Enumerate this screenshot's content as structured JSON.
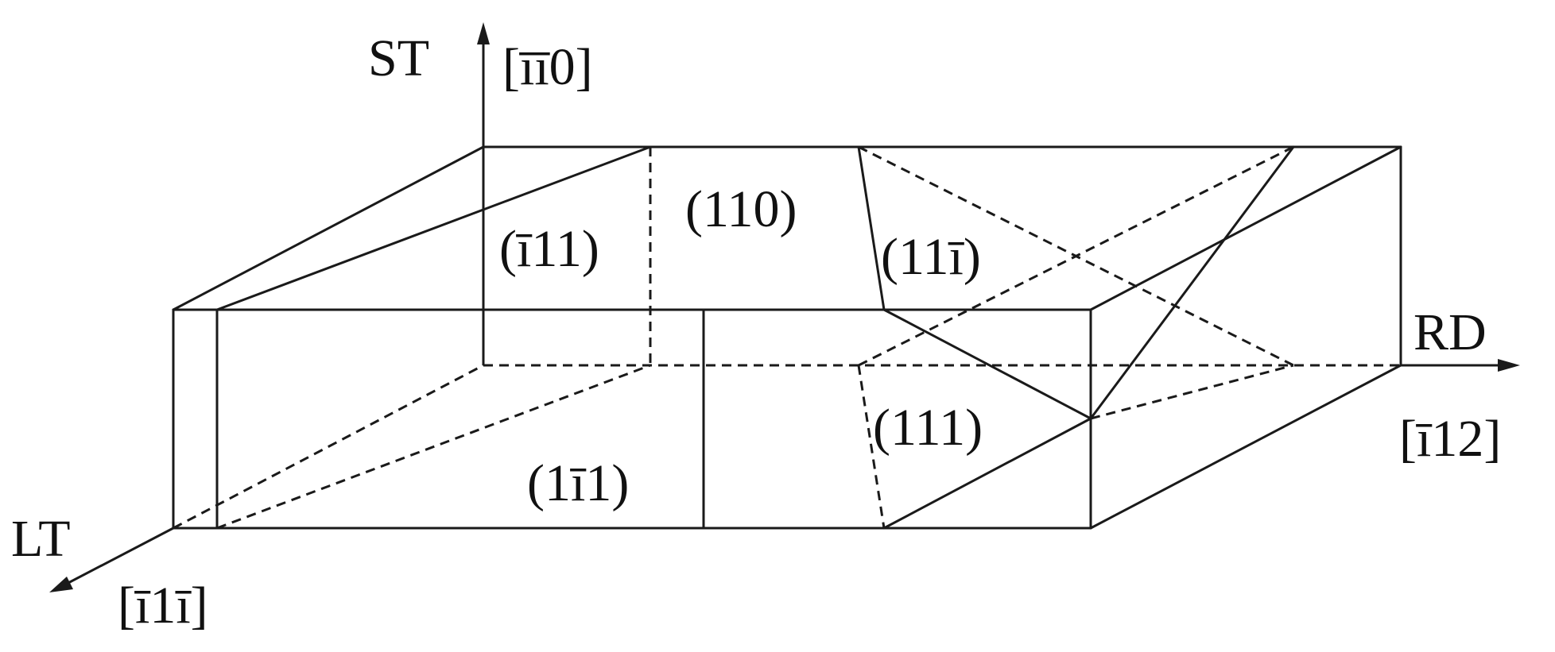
{
  "axes": {
    "st": {
      "name": "ST",
      "direction": "[īī0]"
    },
    "rd": {
      "name": "RD",
      "direction": "[ī12]"
    },
    "lt": {
      "name": "LT",
      "direction": "[ī1ī]"
    }
  },
  "planes": {
    "p110": "(110)",
    "p_111_bar_first": "(ī11)",
    "p11_bar_last": "(11ī)",
    "p111": "(111)",
    "p1_bar_mid": "(1ī1)"
  },
  "colors": {
    "line": "#1a1a1a",
    "text": "#111111",
    "background": "#ffffff"
  }
}
